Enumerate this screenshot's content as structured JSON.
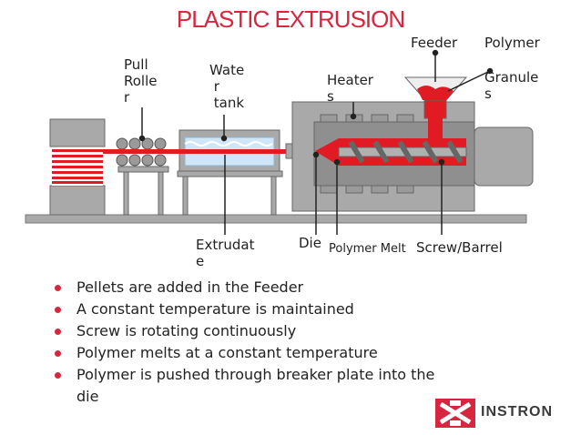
{
  "title": "PLASTIC EXTRUSION",
  "labels": {
    "pull_roller": "Pull\nRolle\nr",
    "water_tank": "Wate\n r\n tank",
    "heaters": "Heater\ns",
    "feeder": "Feeder",
    "polymer": "Polymer",
    "granules": "Granule\ns",
    "extrudate": "Extrudat\ne",
    "die": "Die",
    "polymer_melt": "Polymer Melt",
    "screw_barrel": "Screw/Barrel"
  },
  "bullets": [
    "Pellets are added in the Feeder",
    "A constant temperature is maintained",
    "Screw is rotating continuously",
    "Polymer melts at a constant temperature",
    "Polymer is pushed through breaker plate into the die"
  ],
  "logo": {
    "name": "INSTRON",
    "icon": "instron-logo-icon"
  },
  "colors": {
    "accent": "#d7263d",
    "machine_gray": "#a9a9a9",
    "machine_dark": "#8a8a8a",
    "water": "#cfe6f7",
    "melt_red": "#e01b24"
  }
}
